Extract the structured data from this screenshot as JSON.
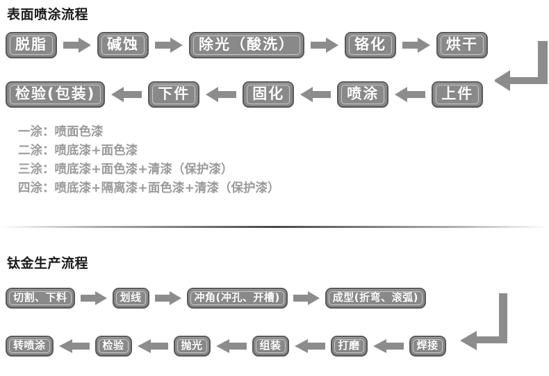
{
  "page": {
    "background_color": "#ffffff",
    "node_fill_color": "#898989",
    "node_border_color": "#585858",
    "node_text_color": "#ffffff",
    "arrow_color": "#8c8c8c",
    "legend_text_color": "#9a9a9a",
    "title_text_color": "#1a1a1a"
  },
  "spray_section": {
    "title": "表面喷涂流程",
    "row1": [
      {
        "label": "脱脂"
      },
      {
        "label": "碱蚀"
      },
      {
        "label": "除光（酸洗）"
      },
      {
        "label": "铬化"
      },
      {
        "label": "烘干"
      }
    ],
    "row2": [
      {
        "label": "检验(包装)"
      },
      {
        "label": "下件"
      },
      {
        "label": "固化"
      },
      {
        "label": "喷涂"
      },
      {
        "label": "上件"
      }
    ],
    "legend": [
      "一涂：喷面色漆",
      "二涂：喷底漆+面色漆",
      "三涂：喷底漆+面色漆+清漆（保护漆）",
      "四涂：喷底漆+隔离漆+面色漆+清漆（保护漆）"
    ]
  },
  "titanium_section": {
    "title": "钛金生产流程",
    "row1": [
      {
        "label": "切割、下料"
      },
      {
        "label": "划线"
      },
      {
        "label": "冲角(冲孔、开槽)"
      },
      {
        "label": "成型(折弯、滚弧)"
      }
    ],
    "row2": [
      {
        "label": "转喷涂"
      },
      {
        "label": "检验"
      },
      {
        "label": "抛光"
      },
      {
        "label": "组装"
      },
      {
        "label": "打磨"
      },
      {
        "label": "焊接"
      }
    ]
  }
}
